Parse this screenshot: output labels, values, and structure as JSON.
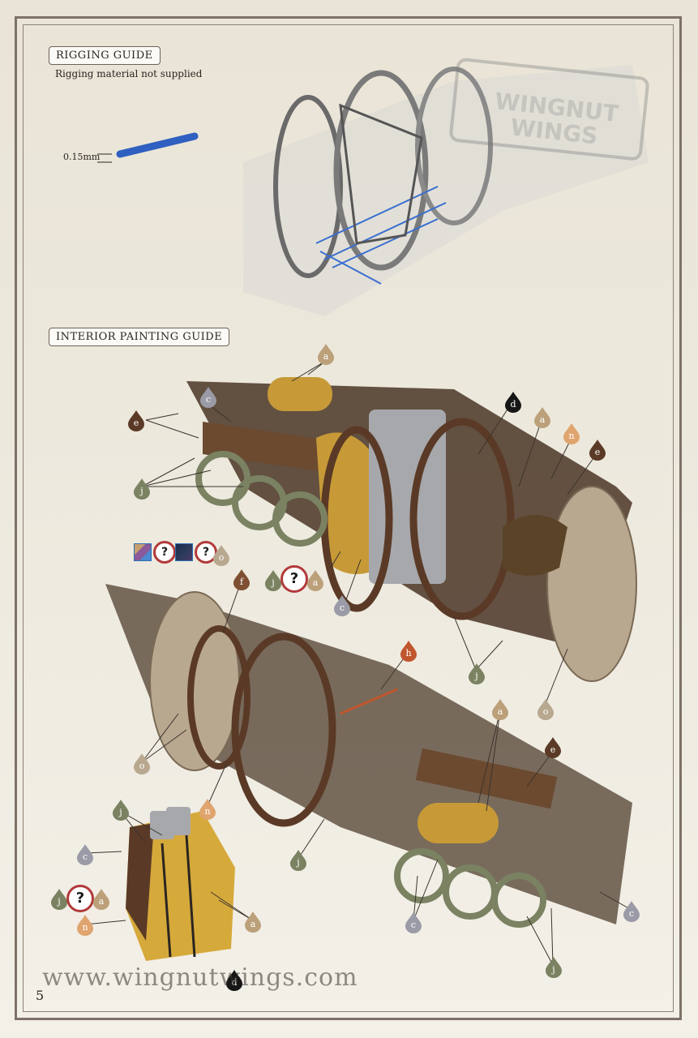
{
  "rigging": {
    "title": "RIGGING GUIDE",
    "note": "Rigging material not supplied",
    "dimension": "0.15mm"
  },
  "painting": {
    "title": "INTERIOR PAINTING GUIDE"
  },
  "watermark": "WINGNUT WINGS",
  "footer": {
    "website": "www.wingnutwings.com",
    "page_number": "5"
  },
  "paint_codes": {
    "a": "a",
    "c": "c",
    "d": "d",
    "e": "e",
    "f": "f",
    "h": "h",
    "j": "j",
    "n": "n",
    "o": "o",
    "unknown": "?"
  },
  "colors": {
    "a": "#bba07a",
    "c": "#9a9ba6",
    "d": "#161616",
    "e": "#5a3a26",
    "f": "#7e4f32",
    "h": "#c0562d",
    "j": "#7a8262",
    "n": "#e0a46e",
    "o": "#b9a890",
    "rigging_wire": "#3a6fd0"
  }
}
